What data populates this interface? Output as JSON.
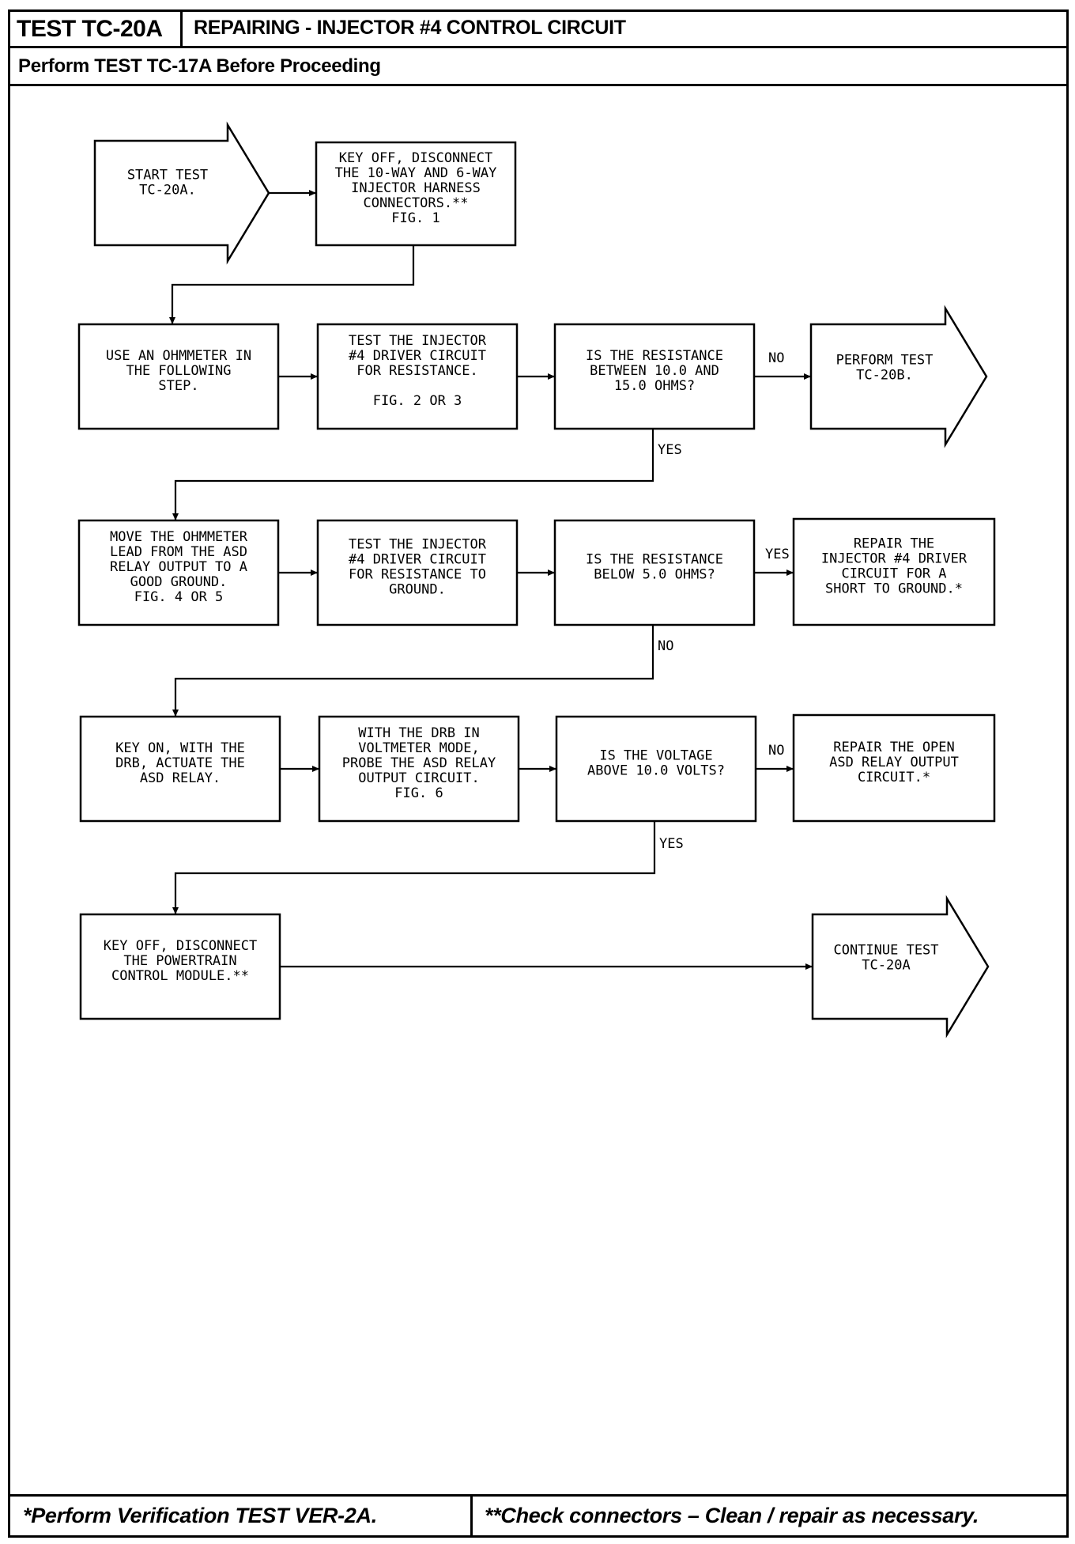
{
  "header": {
    "test_id": "TEST TC-20A",
    "title": "REPAIRING - INJECTOR #4 CONTROL CIRCUIT",
    "prerequisite": "Perform TEST TC-17A Before Proceeding"
  },
  "flow": {
    "start": [
      "START TEST",
      "TC-20A."
    ],
    "key_off_disconnect": [
      "KEY OFF, DISCONNECT",
      "THE 10-WAY AND 6-WAY",
      "INJECTOR HARNESS",
      "CONNECTORS.**",
      "FIG. 1"
    ],
    "use_ohmmeter": [
      "USE AN OHMMETER IN",
      "THE FOLLOWING",
      "STEP."
    ],
    "test_driver_resistance": [
      "TEST THE INJECTOR",
      "#4 DRIVER CIRCUIT",
      "FOR RESISTANCE.",
      "",
      "FIG. 2 OR 3"
    ],
    "q_resistance_range": [
      "IS THE RESISTANCE",
      "BETWEEN 10.0 AND",
      "15.0 OHMS?"
    ],
    "perform_tc20b": [
      "PERFORM TEST",
      "TC-20B."
    ],
    "move_ohmmeter_lead": [
      "MOVE THE OHMMETER",
      "LEAD FROM THE ASD",
      "RELAY OUTPUT TO A",
      "GOOD GROUND.",
      "FIG. 4 OR 5"
    ],
    "test_driver_ground": [
      "TEST THE INJECTOR",
      "#4 DRIVER CIRCUIT",
      "FOR RESISTANCE TO",
      "GROUND."
    ],
    "q_resistance_below": [
      "IS THE RESISTANCE",
      "BELOW 5.0 OHMS?"
    ],
    "repair_short": [
      "REPAIR THE",
      "INJECTOR #4 DRIVER",
      "CIRCUIT FOR A",
      "SHORT TO GROUND.*"
    ],
    "key_on_actuate": [
      "KEY ON, WITH THE",
      "DRB, ACTUATE THE",
      "ASD RELAY."
    ],
    "probe_asd": [
      "WITH THE DRB IN",
      "VOLTMETER MODE,",
      "PROBE THE ASD RELAY",
      "OUTPUT CIRCUIT.",
      "FIG. 6"
    ],
    "q_voltage": [
      "IS THE VOLTAGE",
      "ABOVE 10.0 VOLTS?"
    ],
    "repair_open": [
      "REPAIR THE OPEN",
      "ASD RELAY OUTPUT",
      "CIRCUIT.*"
    ],
    "key_off_pcm": [
      "KEY OFF, DISCONNECT",
      "THE POWERTRAIN",
      "CONTROL MODULE.**"
    ],
    "continue": [
      "CONTINUE TEST",
      "TC-20A"
    ],
    "labels": {
      "no1": "NO",
      "yes1": "YES",
      "yes2": "YES",
      "no2": "NO",
      "no3": "NO",
      "yes3": "YES"
    }
  },
  "footer": {
    "left": "*Perform Verification TEST VER-2A.",
    "right": "**Check connectors – Clean / repair as necessary."
  }
}
